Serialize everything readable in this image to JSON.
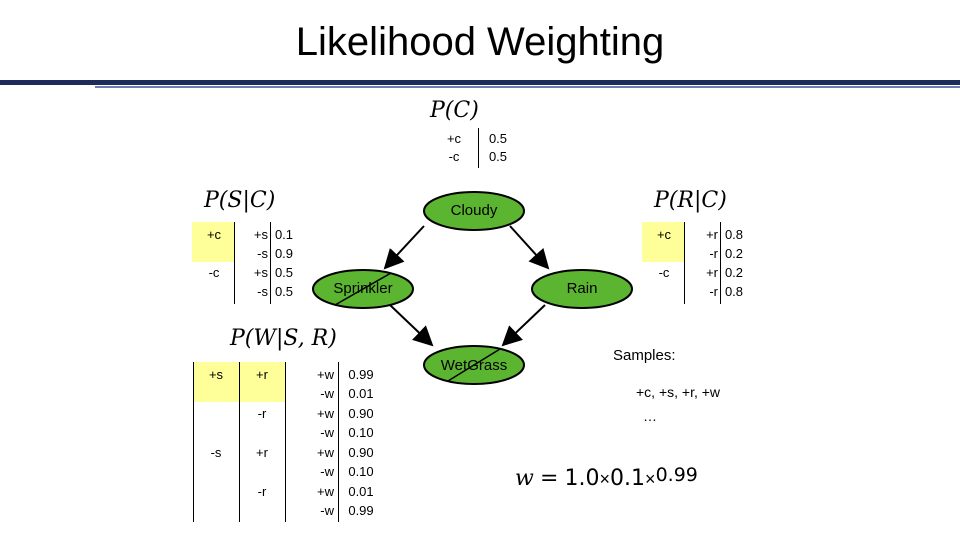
{
  "title": "Likelihood Weighting",
  "highlight_color": "#ffff99",
  "node_color": "#5cb531",
  "nodes": {
    "cloudy": "Cloudy",
    "sprinkler": "Sprinkler",
    "rain": "Rain",
    "wetgrass": "WetGrass"
  },
  "cpt_c": {
    "label": "P(C)",
    "rows": [
      {
        "var": "+c",
        "p": "0.5"
      },
      {
        "var": "-c",
        "p": "0.5"
      }
    ]
  },
  "cpt_s": {
    "label": "P(S|C)",
    "rows": [
      {
        "parent": "+c",
        "var": "+s",
        "p": "0.1"
      },
      {
        "parent": "",
        "var": "-s",
        "p": "0.9"
      },
      {
        "parent": "-c",
        "var": "+s",
        "p": "0.5"
      },
      {
        "parent": "",
        "var": "-s",
        "p": "0.5"
      }
    ]
  },
  "cpt_r": {
    "label": "P(R|C)",
    "rows": [
      {
        "parent": "+c",
        "var": "+r",
        "p": "0.8"
      },
      {
        "parent": "",
        "var": "-r",
        "p": "0.2"
      },
      {
        "parent": "-c",
        "var": "+r",
        "p": "0.2"
      },
      {
        "parent": "",
        "var": "-r",
        "p": "0.8"
      }
    ]
  },
  "cpt_w": {
    "label": "P(W|S, R)",
    "rows": [
      {
        "s": "+s",
        "r": "+r",
        "w": "+w",
        "p": "0.99"
      },
      {
        "s": "",
        "r": "",
        "w": "-w",
        "p": "0.01"
      },
      {
        "s": "",
        "r": "-r",
        "w": "+w",
        "p": "0.90"
      },
      {
        "s": "",
        "r": "",
        "w": "-w",
        "p": "0.10"
      },
      {
        "s": "-s",
        "r": "+r",
        "w": "+w",
        "p": "0.90"
      },
      {
        "s": "",
        "r": "",
        "w": "-w",
        "p": "0.10"
      },
      {
        "s": "",
        "r": "-r",
        "w": "+w",
        "p": "0.01"
      },
      {
        "s": "",
        "r": "",
        "w": "-w",
        "p": "0.99"
      }
    ]
  },
  "samples": {
    "heading": "Samples:",
    "line1": "+c, +s, +r, +w",
    "line2": "…"
  },
  "weight": {
    "lhs": "w",
    "eq": "=",
    "f1": "1.0",
    "times1": "×",
    "f2": "0.1",
    "times2": "×",
    "f3": "0.99"
  }
}
